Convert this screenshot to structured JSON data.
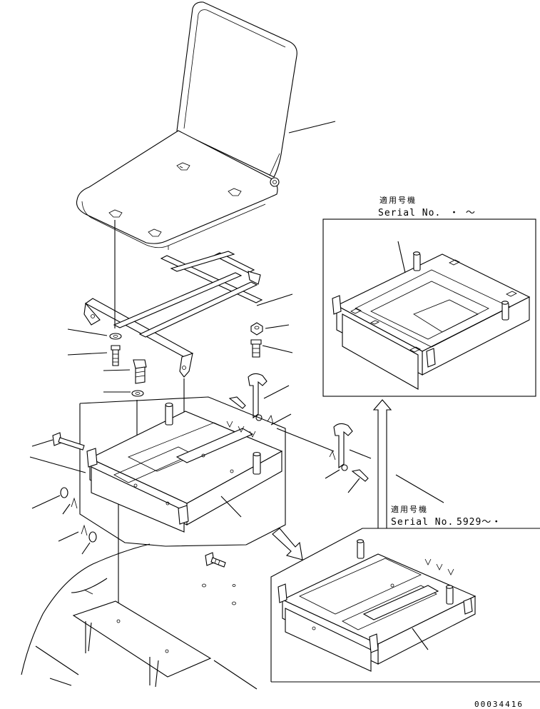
{
  "inset_top": {
    "title_jp": "適用号機",
    "serial_label": "Serial No.",
    "serial_value": "・ 〜"
  },
  "inset_bottom": {
    "title_jp": "適用号機",
    "serial_label": "Serial No.",
    "serial_value": "5929〜・"
  },
  "drawing_number": "00034416"
}
